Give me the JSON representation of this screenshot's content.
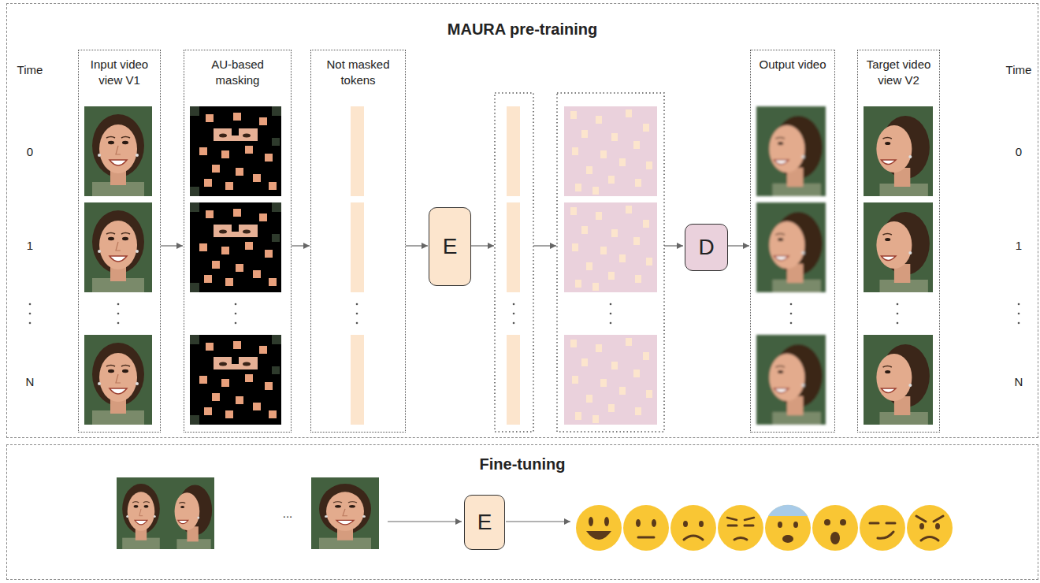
{
  "diagram": {
    "nodes": [
      {
        "text": [
          "MAURA pre-training"
        ]
      },
      {
        "text": [
          "Input video view V1"
        ],
        "in": 0
      },
      {
        "text": [
          "AU-based masking"
        ],
        "in": 0
      },
      {
        "text": [
          "Not masked tokens"
        ],
        "in": 0
      },
      {
        "text": [
          "E"
        ],
        "in": 0
      },
      {
        "text": [
          "D"
        ],
        "in": 0
      },
      {
        "text": [
          "Output video"
        ],
        "in": 0
      },
      {
        "text": [
          "Target video view V2"
        ],
        "in": 0
      },
      {
        "text": [
          "Fine-tuning"
        ]
      },
      {
        "text": [
          "E"
        ],
        "in": 8
      }
    ],
    "edges": [
      {
        "from": 1,
        "to": 2,
        "arrow": "to"
      },
      {
        "from": 2,
        "to": 3,
        "arrow": "to"
      },
      {
        "from": 3,
        "to": 4,
        "arrow": "to"
      },
      {
        "from": 5,
        "to": 6,
        "arrow": "to"
      }
    ],
    "labels": [
      "Time",
      "0",
      "1",
      "N",
      "Time",
      "0",
      "1",
      "N",
      "..."
    ]
  }
}
